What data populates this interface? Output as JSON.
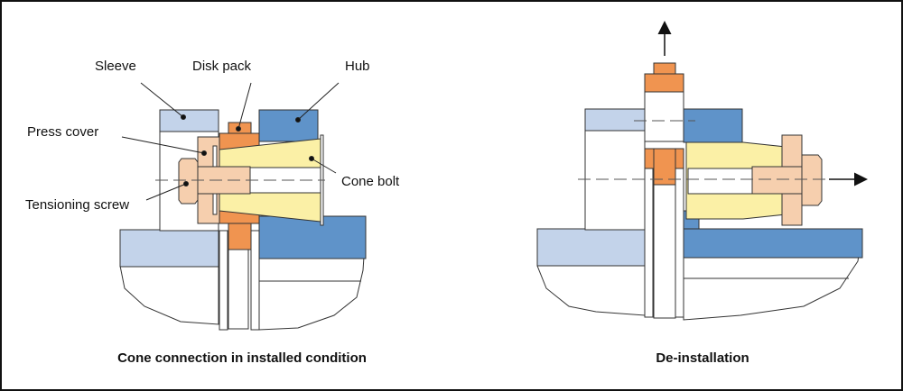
{
  "colors": {
    "sleeve": "#c3d3ea",
    "hub": "#5f93c9",
    "disk_pack": "#f09450",
    "press_cover": "#f6cfae",
    "cone_bolt": "#fbf0a6",
    "outline": "#333333"
  },
  "installed": {
    "caption": "Cone connection in installed condition",
    "labels": {
      "sleeve": "Sleeve",
      "disk_pack": "Disk pack",
      "hub": "Hub",
      "press_cover": "Press cover",
      "cone_bolt": "Cone bolt",
      "tensioning_screw": "Tensioning screw"
    }
  },
  "deinstallation": {
    "caption": "De-installation"
  }
}
